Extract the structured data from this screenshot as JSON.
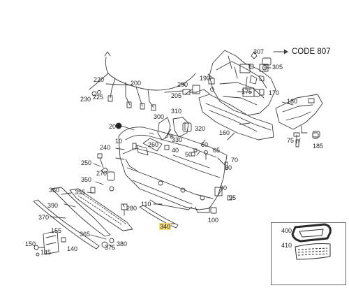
{
  "labels": {
    "l10": "10",
    "l20": "20",
    "l40": "40",
    "l50": "50",
    "l60": "60",
    "l65": "65",
    "l70": "70",
    "l75": "75",
    "l80": "80",
    "l90": "90",
    "l95": "95",
    "l100": "100",
    "l110": "110",
    "l140": "140",
    "l145": "145",
    "l150": "150",
    "l155": "155",
    "l160": "160",
    "l170": "170",
    "l175": "175",
    "l180": "180",
    "l185": "185",
    "l190": "190",
    "l200": "200",
    "l205": "205",
    "l220": "220",
    "l225": "225",
    "l230": "230",
    "l240": "240",
    "l250": "250",
    "l260": "260",
    "l270": "270",
    "l280": "280",
    "l290": "290",
    "l300": "300",
    "l305": "305",
    "l307": "307",
    "l310": "310",
    "l320": "320",
    "l330": "330",
    "l340": "340",
    "l350": "350",
    "l355": "355",
    "l360": "360",
    "l365": "365",
    "l370": "370",
    "l375": "375",
    "l380": "380",
    "l390": "390",
    "l400": "400",
    "l410": "410"
  },
  "code_text": "CODE 807",
  "highlight_color": "#f3d97a",
  "line_color": "#3a3a3a"
}
